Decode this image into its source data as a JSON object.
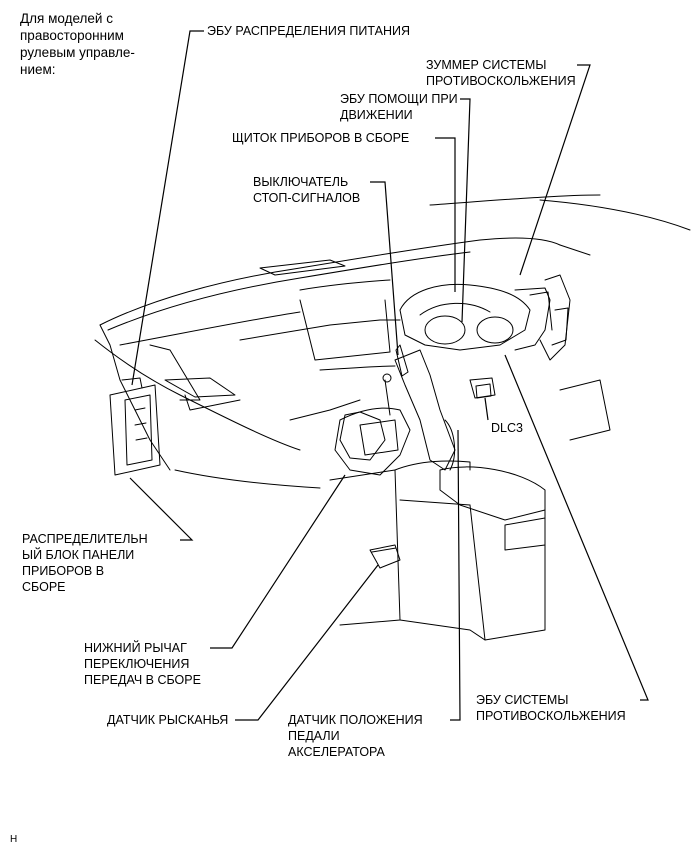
{
  "intro": "Для моделей с\nправосторонним\nрулевым управле-\nнием:",
  "labels": {
    "power_ecu": "ЭБУ РАСПРЕДЕЛЕНИЯ ПИТАНИЯ",
    "skid_buzzer": "ЗУММЕР СИСТЕМЫ\nПРОТИВОСКОЛЬЖЕНИЯ",
    "driving_support_ecu": "ЭБУ ПОМОЩИ ПРИ\nДВИЖЕНИИ",
    "combination_meter": "ЩИТОК ПРИБОРОВ В СБОРЕ",
    "stop_lamp_switch": "ВЫКЛЮЧАТЕЛЬ\nСТОП-СИГНАЛОВ",
    "dlc3": "DLC3",
    "junction_block": "РАСПРЕДЕЛИТЕЛЬН\nЫЙ БЛОК ПАНЕЛИ\nПРИБОРОВ В\nСБОРЕ",
    "shift_lever": "НИЖНИЙ РЫЧАГ\nПЕРЕКЛЮЧЕНИЯ\nПЕРЕДАЧ В СБОРЕ",
    "yaw_sensor": "ДАТЧИК РЫСКАНЬЯ",
    "accel_sensor": "ДАТЧИК ПОЛОЖЕНИЯ\nПЕДАЛИ\nАКСЕЛЕРАТОРА",
    "skid_ecu": "ЭБУ СИСТЕМЫ\nПРОТИВОСКОЛЬЖЕНИЯ"
  },
  "footer_code": "H"
}
